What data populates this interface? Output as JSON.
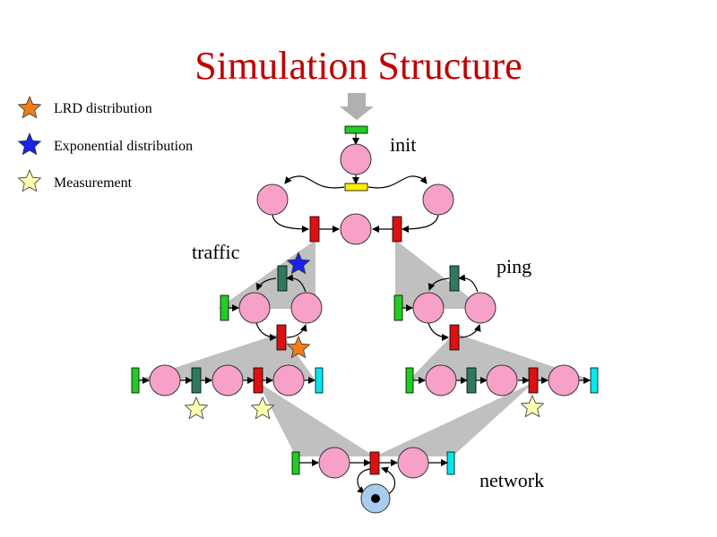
{
  "title": "Simulation Structure",
  "legend": [
    {
      "label": "LRD distribution",
      "color": "#f07c1a"
    },
    {
      "label": "Exponential distribution",
      "color": "#1a22e8"
    },
    {
      "label": "Measurement",
      "color": "#ffffb0"
    }
  ],
  "section_labels": {
    "init": "init",
    "traffic": "traffic",
    "ping": "ping",
    "network": "network"
  },
  "colors": {
    "place": "#f7a0c8",
    "transition_green": "#22cc22",
    "transition_yellow": "#ffee00",
    "transition_red": "#dd1111",
    "transition_teal": "#2f7a5c",
    "transition_cyan": "#00e8f0",
    "shading": "#c0c0c0",
    "token_place": "#a8ccf0"
  }
}
